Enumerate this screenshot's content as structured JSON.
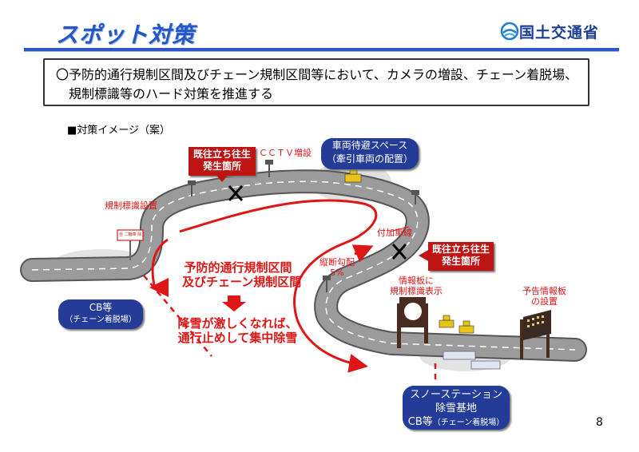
{
  "header": {
    "title": "スポット対策",
    "ministry": "国土交通省"
  },
  "lead": {
    "line1": "〇予防的通行規制区間及びチェーン規制区間等において、カメラの増設、チェーン着脱場、",
    "line2": "規制標識等のハード対策を推進する"
  },
  "subheading": "■対策イメージ（案）",
  "diagram": {
    "sign_placement": "規制標識設置",
    "cctv": "ＣＣＴＶ増設",
    "past_stuck_1": [
      "既往立ち往生",
      "発生箇所"
    ],
    "past_stuck_2": [
      "既往立ち往生",
      "発生箇所"
    ],
    "waiting_space": [
      "車両待避スペース",
      "（牽引車両の配置）"
    ],
    "added_lane": "付加車線",
    "slope": [
      "縦断勾配",
      "5%"
    ],
    "restricted_section": [
      "予防的通行規制区間",
      "及びチェーン規制区間"
    ],
    "heavy_snow": [
      "降雪が激しくなれば、",
      "通行止めして集中除雪"
    ],
    "info_board_display": [
      "情報板に",
      "規制標識表示"
    ],
    "advance_board": [
      "予告情報板",
      "の設置"
    ],
    "cb_left": [
      "CB等",
      "（チェーン着脱場）"
    ],
    "station": [
      "スノーステーション",
      "除雪基地"
    ],
    "station_cb_main": "CB等",
    "station_cb_sub": "（チェーン着脱場）",
    "sign_text": "自 二輪車 除く"
  },
  "page_number": "8",
  "colors": {
    "title_blue": "#2457c5",
    "box_blue": "#243c97",
    "box_red": "#bf1414",
    "text_red": "#e01515",
    "road_gray": "#8e8e8e"
  }
}
